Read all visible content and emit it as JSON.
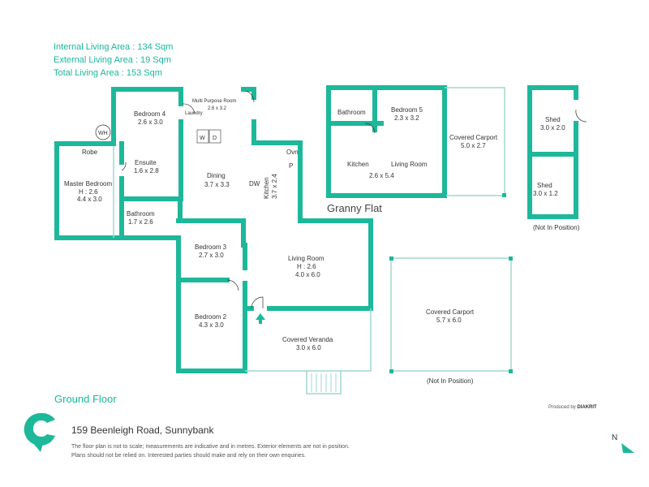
{
  "summary": {
    "internal": "Internal Living Area : 134 Sqm",
    "external": "External Living Area : 19 Sqm",
    "total": "Total Living Area : 153 Sqm"
  },
  "rooms": {
    "bedroom4": {
      "name": "Bedroom 4",
      "size": "2.6 x 3.0"
    },
    "multi": {
      "name": "Multi Purpose Room",
      "size": "2.6 x 3.2"
    },
    "laundry": "Laundry",
    "w": "W",
    "d": "D",
    "wh": "WH",
    "robe": "Robe",
    "ensuite": {
      "name": "Ensuite",
      "size": "1.6 x 2.8"
    },
    "master": {
      "name": "Master Bedroom",
      "height": "H : 2.6",
      "size": "4.4 x 3.0"
    },
    "bathroom": {
      "name": "Bathroom",
      "size": "1.7 x 2.6"
    },
    "dining": {
      "name": "Dining",
      "size": "3.7 x 3.3"
    },
    "dw": "DW",
    "kitchen": {
      "name": "Kitchen",
      "size": "3.7 x 2.4"
    },
    "ovn": "Ovn",
    "p": "P",
    "bedroom3": {
      "name": "Bedroom 3",
      "size": "2.7 x 3.0"
    },
    "living": {
      "name": "Living Room",
      "height": "H : 2.6",
      "size": "4.0 x 6.0"
    },
    "bedroom2": {
      "name": "Bedroom 2",
      "size": "4.3 x 3.0"
    },
    "veranda": {
      "name": "Covered Veranda",
      "size": "3.0 x 6.0"
    },
    "carport_main": {
      "name": "Covered Carport",
      "size": "5.7 x 6.0"
    },
    "not_in_position_carport": "(Not In Position)",
    "granny_flat": "Granny Flat",
    "gf_bathroom": "Bathroom",
    "bedroom5": {
      "name": "Bedroom 5",
      "size": "2.3 x 3.2"
    },
    "gf_carport": {
      "name": "Covered Carport",
      "size": "5.0 x 2.7"
    },
    "gf_kitchen": "Kitchen",
    "gf_living": {
      "name": "Living Room",
      "size": "2.6 x 5.4"
    },
    "shed1": {
      "name": "Shed",
      "size": "3.0 x 2.0"
    },
    "shed2": {
      "name": "Shed",
      "size": "3.0 x 1.2"
    },
    "not_in_position_shed": "(Not In Position)"
  },
  "footer": {
    "floor": "Ground Floor",
    "address": "159 Beenleigh Road, Sunnybank",
    "disclaimer1": "The floor plan is not to scale; measurements are indicative and in metres. Exterior elements are not in position.",
    "disclaimer2": "Plans should not be relied on. Interested parties should make and rely on their own enquiries.",
    "produced_by": "Produced by",
    "producer": "DIAKRIT",
    "north": "N"
  },
  "colors": {
    "wall": "#1db89a",
    "thin": "#9fd8cb",
    "text": "#333333"
  }
}
